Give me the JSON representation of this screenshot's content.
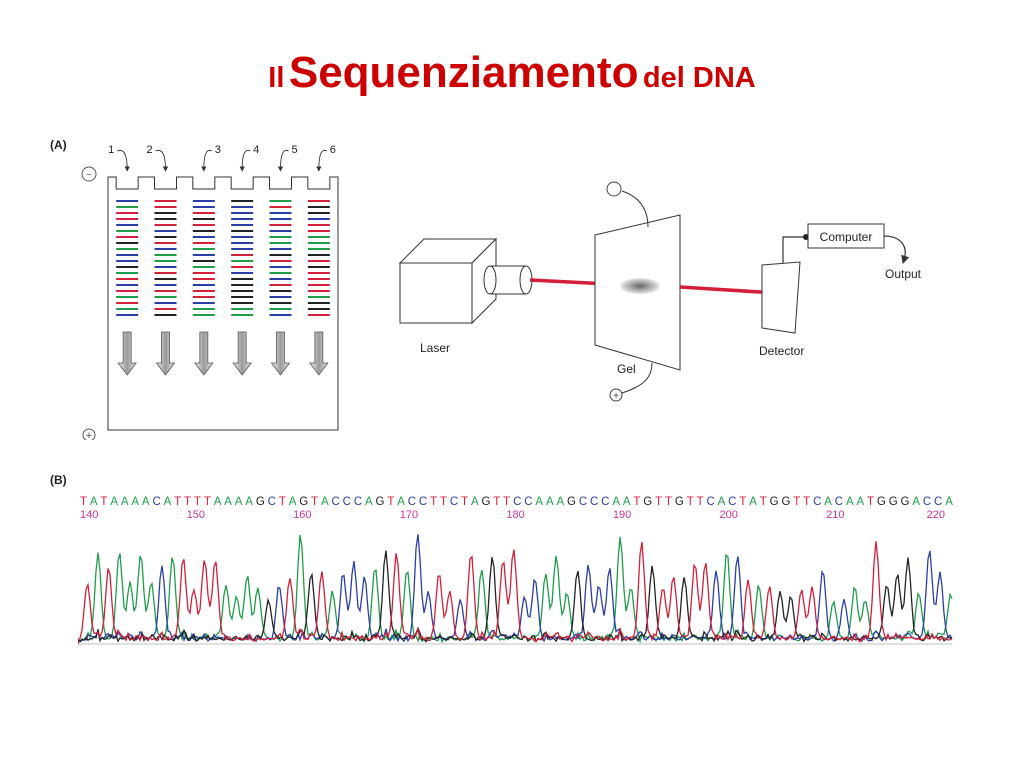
{
  "title": {
    "part1": "Il",
    "part2": "Sequenziamento",
    "part3": "del DNA"
  },
  "panels": {
    "a": "(A)",
    "b": "(B)"
  },
  "gel": {
    "lanes": [
      "1",
      "2",
      "3",
      "4",
      "5",
      "6"
    ],
    "minus_symbol": "−",
    "plus_symbol": "+",
    "band_colors": [
      "#d41f3a",
      "#2b3ea8",
      "#1f9e4a",
      "#222222"
    ]
  },
  "apparatus": {
    "laser_label": "Laser",
    "gel_label": "Gel",
    "detector_label": "Detector",
    "computer_label": "Computer",
    "output_label": "Output",
    "beam_color": "#d41f3a"
  },
  "sequence": {
    "bases": "TATAAAACATTTTAAAAGCTAGTACCCAGTACCTTCTAGTTCCAAAGCCCAATGTTGTTCACTATGGTTCACAATGGGACCA",
    "numbers": [
      "140",
      "150",
      "160",
      "170",
      "180",
      "190",
      "200",
      "210",
      "220"
    ],
    "base_colors": {
      "A": "#1f9e4a",
      "C": "#2b3ea8",
      "G": "#222222",
      "T": "#d41f3a"
    }
  }
}
